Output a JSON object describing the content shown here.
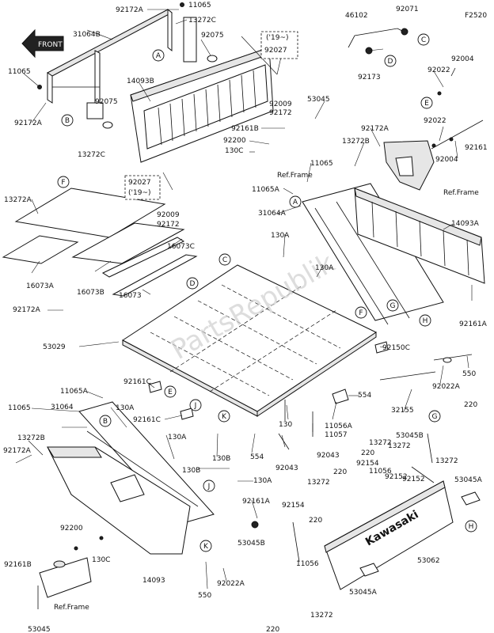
{
  "diagram": {
    "code": "F2520",
    "watermark": "PartsRepublik",
    "front_label": "FRONT",
    "brand_text": "Kawasaki"
  },
  "ref_labels": [
    "Ref.Frame",
    "Ref.Frame",
    "Ref.Frame"
  ],
  "year_notes": [
    "('19~)",
    "('19~)"
  ],
  "callouts": [
    "A",
    "A",
    "B",
    "B",
    "C",
    "C",
    "D",
    "D",
    "E",
    "E",
    "F",
    "F",
    "G",
    "G",
    "H",
    "H",
    "J",
    "J",
    "K",
    "K"
  ],
  "parts": [
    "92172A",
    "11065",
    "13272C",
    "31064B",
    "92075",
    "11065",
    "92172A",
    "92075",
    "13272C",
    "14093B",
    "92027",
    "92009",
    "92172",
    "53045",
    "92161B",
    "92200",
    "130C",
    "92027",
    "92009",
    "92172",
    "46102",
    "92071",
    "92173",
    "92004",
    "92022",
    "92022",
    "92004",
    "92161",
    "13272B",
    "92172A",
    "11065",
    "11065A",
    "31064A",
    "130A",
    "130A",
    "14093A",
    "13272A",
    "16073C",
    "16073A",
    "16073B",
    "16073",
    "92172A",
    "53029",
    "92161C",
    "92161C",
    "92150C",
    "92161A",
    "550",
    "92022A",
    "554",
    "32155",
    "11056A",
    "11057",
    "130",
    "92043",
    "92043",
    "554",
    "130B",
    "130B",
    "130A",
    "11065A",
    "11065",
    "31064",
    "130A",
    "13272B",
    "92172A",
    "130A",
    "92161A",
    "92200",
    "92161B",
    "130C",
    "14093",
    "550",
    "92022A",
    "53045B",
    "53045",
    "220",
    "13272",
    "220",
    "53045B",
    "13272",
    "92154",
    "92152",
    "11056",
    "92154",
    "13272",
    "220",
    "92152",
    "53045A",
    "11056",
    "53062",
    "53045A",
    "13272",
    "220",
    "13272",
    "220"
  ]
}
